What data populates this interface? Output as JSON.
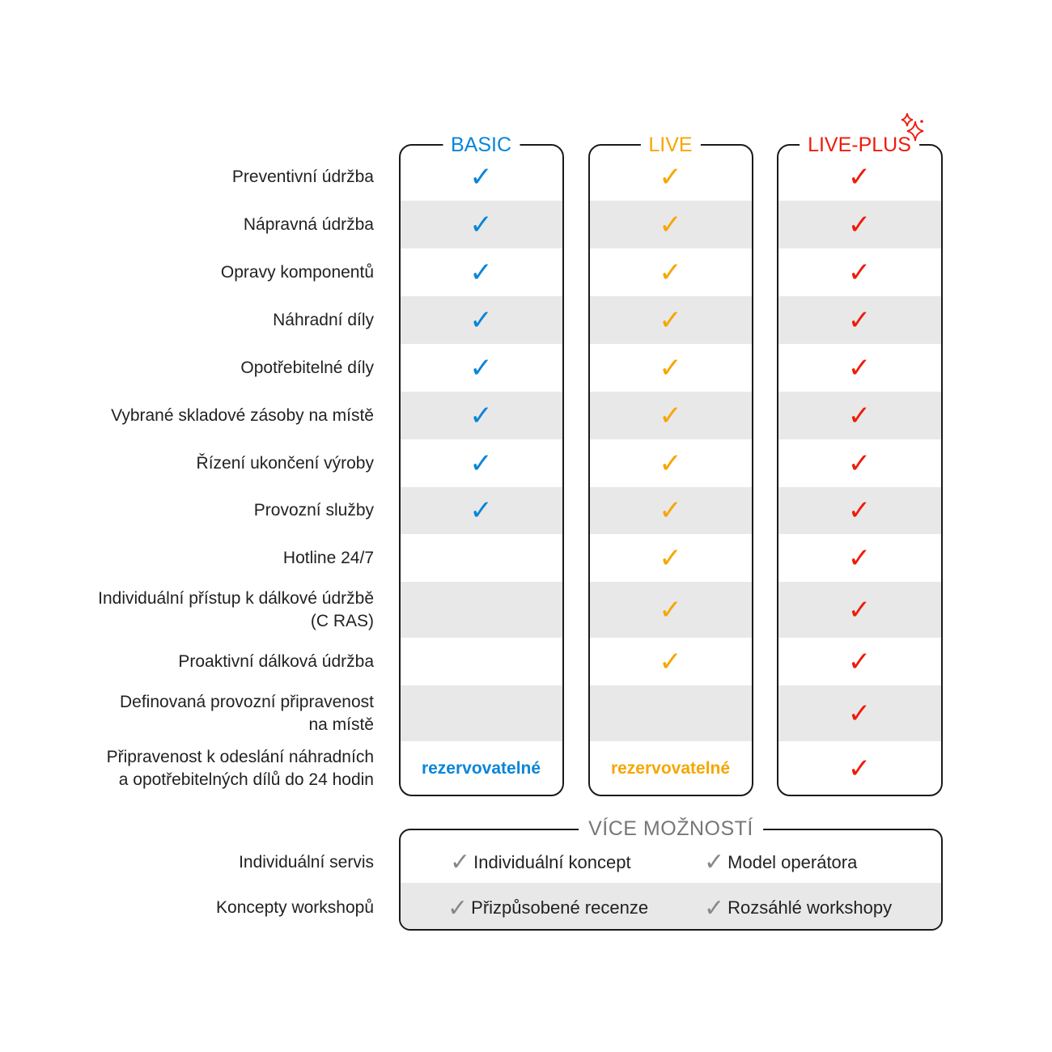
{
  "colors": {
    "basic": "#0a85d9",
    "live": "#f7a600",
    "plus": "#ee1c0a",
    "gray_check": "#888888",
    "stripe": "#e8e8e8"
  },
  "columns": [
    {
      "key": "basic",
      "title": "BASIC"
    },
    {
      "key": "live",
      "title": "LIVE"
    },
    {
      "key": "plus",
      "title": "LIVE-PLUS",
      "icon": "sparkle-icon"
    }
  ],
  "check_glyph": "✓",
  "rows": [
    {
      "label": "Preventivní údržba",
      "basic": "check",
      "live": "check",
      "plus": "check"
    },
    {
      "label": "Nápravná údržba",
      "basic": "check",
      "live": "check",
      "plus": "check"
    },
    {
      "label": "Opravy komponentů",
      "basic": "check",
      "live": "check",
      "plus": "check"
    },
    {
      "label": "Náhradní díly",
      "basic": "check",
      "live": "check",
      "plus": "check"
    },
    {
      "label": "Opotřebitelné díly",
      "basic": "check",
      "live": "check",
      "plus": "check"
    },
    {
      "label": "Vybrané skladové zásoby na místě",
      "basic": "check",
      "live": "check",
      "plus": "check"
    },
    {
      "label": "Řízení ukončení výroby",
      "basic": "check",
      "live": "check",
      "plus": "check"
    },
    {
      "label": "Provozní služby",
      "basic": "check",
      "live": "check",
      "plus": "check"
    },
    {
      "label": "Hotline 24/7",
      "basic": "",
      "live": "check",
      "plus": "check"
    },
    {
      "label": "Individuální přístup k dálkové údržbě\n(C RAS)",
      "basic": "",
      "live": "check",
      "plus": "check"
    },
    {
      "label": "Proaktivní dálková údržba",
      "basic": "",
      "live": "check",
      "plus": "check"
    },
    {
      "label": "Definovaná provozní připravenost\nna místě",
      "basic": "",
      "live": "",
      "plus": "check"
    },
    {
      "label": "Připravenost k odeslání náhradních\na opotřebitelných dílů do 24 hodin",
      "basic": "rezervovatelné",
      "live": "rezervovatelné",
      "plus": "check"
    }
  ],
  "more": {
    "title": "VÍCE MOŽNOSTÍ",
    "rows": [
      {
        "label": "Individuální servis",
        "options": [
          "Individuální koncept",
          "Model operátora"
        ]
      },
      {
        "label": "Koncepty workshopů",
        "options": [
          "Přizpůsobené recenze",
          "Rozsáhlé workshopy"
        ]
      }
    ]
  }
}
